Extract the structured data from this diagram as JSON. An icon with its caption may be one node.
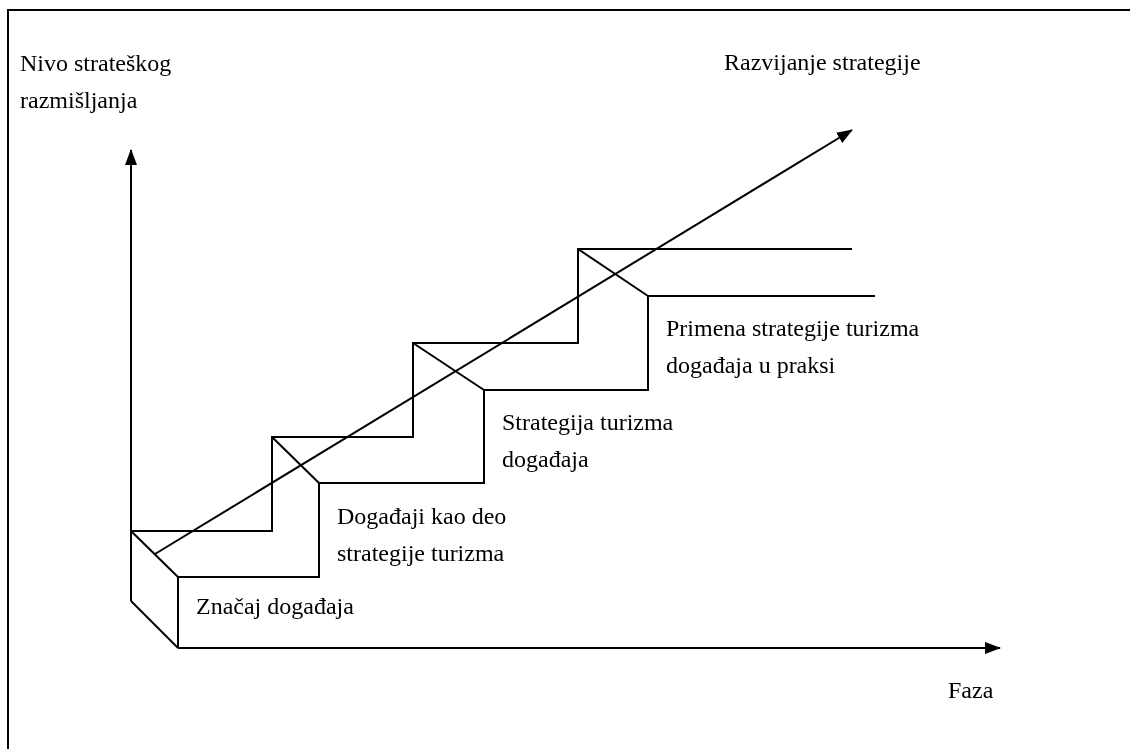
{
  "diagram": {
    "labels": [
      "Nivo strateškog razmišljanja",
      "Razvijanje strategije",
      "Primena strategije turizma događaja u praksi",
      "Strategija turizma događaja",
      "Događaji kao deo strategije turizma",
      "Značaj događaja",
      "Faza"
    ]
  }
}
